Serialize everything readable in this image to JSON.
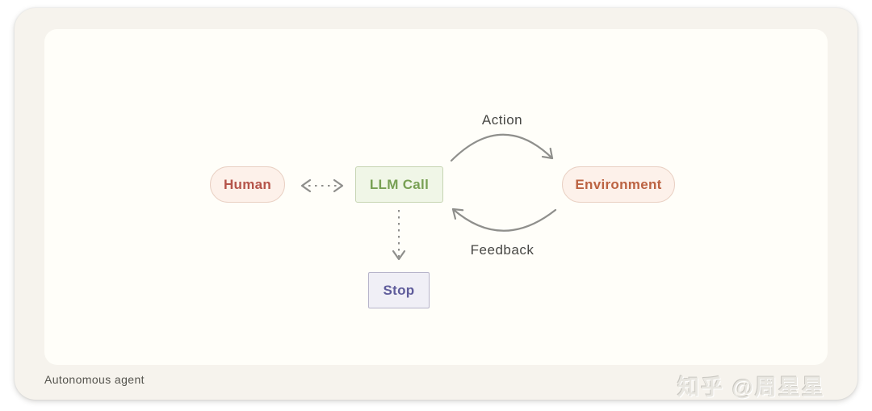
{
  "page": {
    "caption": "Autonomous agent",
    "watermark": "知乎 @周星星",
    "background_color": "#ffffff",
    "card_color": "#f6f3ed",
    "canvas_color": "#fffef9"
  },
  "diagram": {
    "arrow_color": "#8f8f8c",
    "edge_label_color": "#474744",
    "nodes": {
      "human": {
        "label": "Human",
        "shape": "pill",
        "text_color": "#b5544a",
        "bg_color": "#fdf1ea",
        "border_color": "#e9d0c3"
      },
      "llm_call": {
        "label": "LLM Call",
        "shape": "rectangle",
        "text_color": "#78a054",
        "bg_color": "#f0f6e7",
        "border_color": "#c6d4b2"
      },
      "environment": {
        "label": "Environment",
        "shape": "pill",
        "text_color": "#bc6342",
        "bg_color": "#fdf1ea",
        "border_color": "#e9d0c3"
      },
      "stop": {
        "label": "Stop",
        "shape": "rectangle",
        "text_color": "#5f5c9b",
        "bg_color": "#f0eff6",
        "border_color": "#b7b4ca"
      }
    },
    "edges": {
      "human_llm": {
        "from": "human",
        "to": "llm_call",
        "style": "dashed",
        "arrowheads": "both",
        "label": ""
      },
      "action": {
        "from": "llm_call",
        "to": "environment",
        "style": "solid-curved",
        "arrowheads": "end",
        "label": "Action"
      },
      "feedback": {
        "from": "environment",
        "to": "llm_call",
        "style": "solid-curved",
        "arrowheads": "end",
        "label": "Feedback"
      },
      "llm_stop": {
        "from": "llm_call",
        "to": "stop",
        "style": "dashed",
        "arrowheads": "end",
        "label": ""
      }
    }
  }
}
